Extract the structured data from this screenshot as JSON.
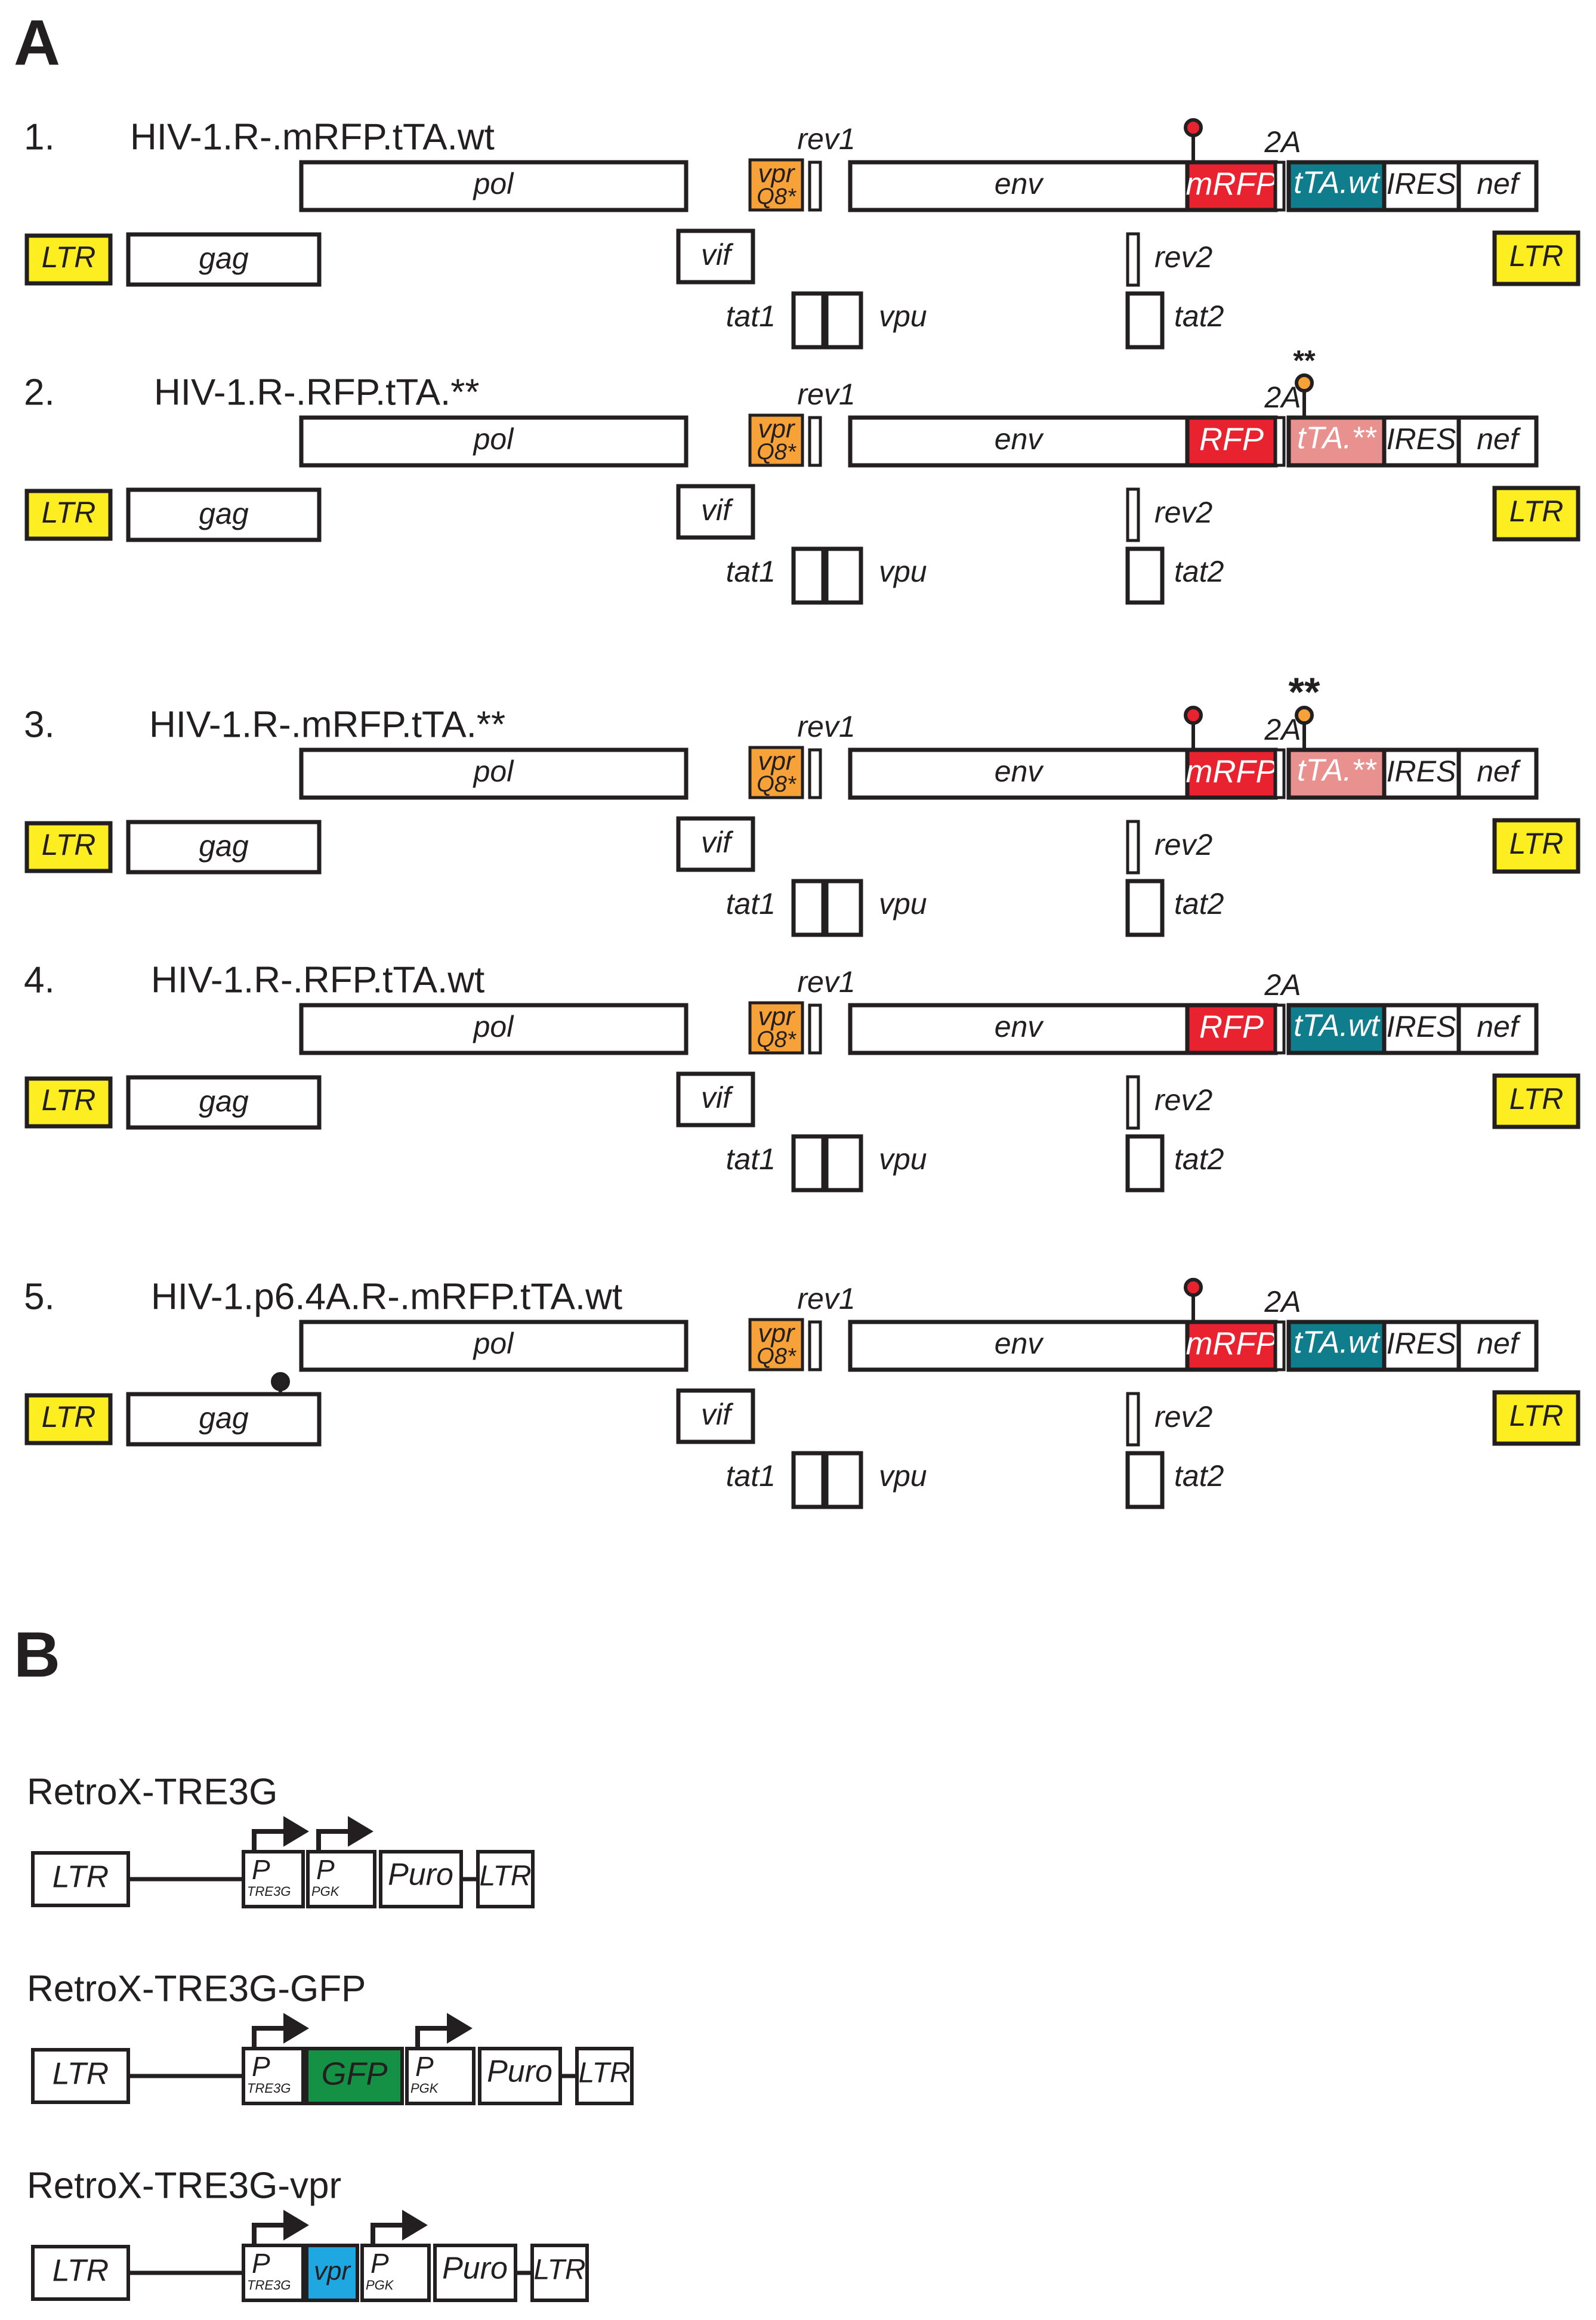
{
  "panels": {
    "A": {
      "label": "A",
      "constructs": [
        {
          "number": "1.",
          "name": "HIV-1.R-.mRFP.tTA.wt",
          "labels": {
            "pol": "pol",
            "vpr": "vpr",
            "q8": "Q8*",
            "rev1": "rev1",
            "env": "env",
            "fp": "mRFP",
            "twoA": "2A",
            "tta": "tTA.wt",
            "ires": "IRES",
            "nef": "nef",
            "ltr_left": "LTR",
            "gag": "gag",
            "vif": "vif",
            "rev2": "rev2",
            "ltr_right": "LTR",
            "tat1": "tat1",
            "vpu": "vpu",
            "tat2": "tat2",
            "stars": ""
          }
        },
        {
          "number": "2.",
          "name": "HIV-1.R-.RFP.tTA.**",
          "labels": {
            "pol": "pol",
            "vpr": "vpr",
            "q8": "Q8*",
            "rev1": "rev1",
            "env": "env",
            "fp": "RFP",
            "twoA": "2A",
            "tta": "tTA.**",
            "ires": "IRES",
            "nef": "nef",
            "ltr_left": "LTR",
            "gag": "gag",
            "vif": "vif",
            "rev2": "rev2",
            "ltr_right": "LTR",
            "tat1": "tat1",
            "vpu": "vpu",
            "tat2": "tat2",
            "stars": "**"
          }
        },
        {
          "number": "3.",
          "name": "HIV-1.R-.mRFP.tTA.**",
          "labels": {
            "pol": "pol",
            "vpr": "vpr",
            "q8": "Q8*",
            "rev1": "rev1",
            "env": "env",
            "fp": "mRFP",
            "twoA": "2A",
            "tta": "tTA.**",
            "ires": "IRES",
            "nef": "nef",
            "ltr_left": "LTR",
            "gag": "gag",
            "vif": "vif",
            "rev2": "rev2",
            "ltr_right": "LTR",
            "tat1": "tat1",
            "vpu": "vpu",
            "tat2": "tat2",
            "stars": "**"
          }
        },
        {
          "number": "4.",
          "name": "HIV-1.R-.RFP.tTA.wt",
          "labels": {
            "pol": "pol",
            "vpr": "vpr",
            "q8": "Q8*",
            "rev1": "rev1",
            "env": "env",
            "fp": "RFP",
            "twoA": "2A",
            "tta": "tTA.wt",
            "ires": "IRES",
            "nef": "nef",
            "ltr_left": "LTR",
            "gag": "gag",
            "vif": "vif",
            "rev2": "rev2",
            "ltr_right": "LTR",
            "tat1": "tat1",
            "vpu": "vpu",
            "tat2": "tat2",
            "stars": ""
          }
        },
        {
          "number": "5.",
          "name": "HIV-1.p6.4A.R-.mRFP.tTA.wt",
          "labels": {
            "pol": "pol",
            "vpr": "vpr",
            "q8": "Q8*",
            "rev1": "rev1",
            "env": "env",
            "fp": "mRFP",
            "twoA": "2A",
            "tta": "tTA.wt",
            "ires": "IRES",
            "nef": "nef",
            "ltr_left": "LTR",
            "gag": "gag",
            "vif": "vif",
            "rev2": "rev2",
            "ltr_right": "LTR",
            "tat1": "tat1",
            "vpu": "vpu",
            "tat2": "tat2",
            "stars": ""
          }
        }
      ]
    },
    "B": {
      "label": "B",
      "constructs": [
        {
          "name": "RetroX-TRE3G",
          "ltr_left": "LTR",
          "p": "P",
          "tre3g": "TRE3G",
          "pgk": "PGK",
          "puro": "Puro",
          "ltr_right": "LTR",
          "insert": ""
        },
        {
          "name": "RetroX-TRE3G-GFP",
          "ltr_left": "LTR",
          "p": "P",
          "tre3g": "TRE3G",
          "pgk": "PGK",
          "puro": "Puro",
          "ltr_right": "LTR",
          "insert": "GFP"
        },
        {
          "name": "RetroX-TRE3G-vpr",
          "ltr_left": "LTR",
          "p": "P",
          "tre3g": "TRE3G",
          "pgk": "PGK",
          "puro": "Puro",
          "ltr_right": "LTR",
          "insert": "vpr"
        }
      ]
    }
  },
  "colors": {
    "ltr": "#fcee21",
    "vpr_q8": "#f7a239",
    "mrfp": "#e8222e",
    "tta_wt": "#0f7d8c",
    "tta_mut": "#e8918f",
    "gfp": "#149145",
    "vpr_insert": "#1ea7e1",
    "myristoyl_red": "#e8222e",
    "myristoyl_orange": "#f7a239",
    "myristoyl_black": "#222222"
  }
}
